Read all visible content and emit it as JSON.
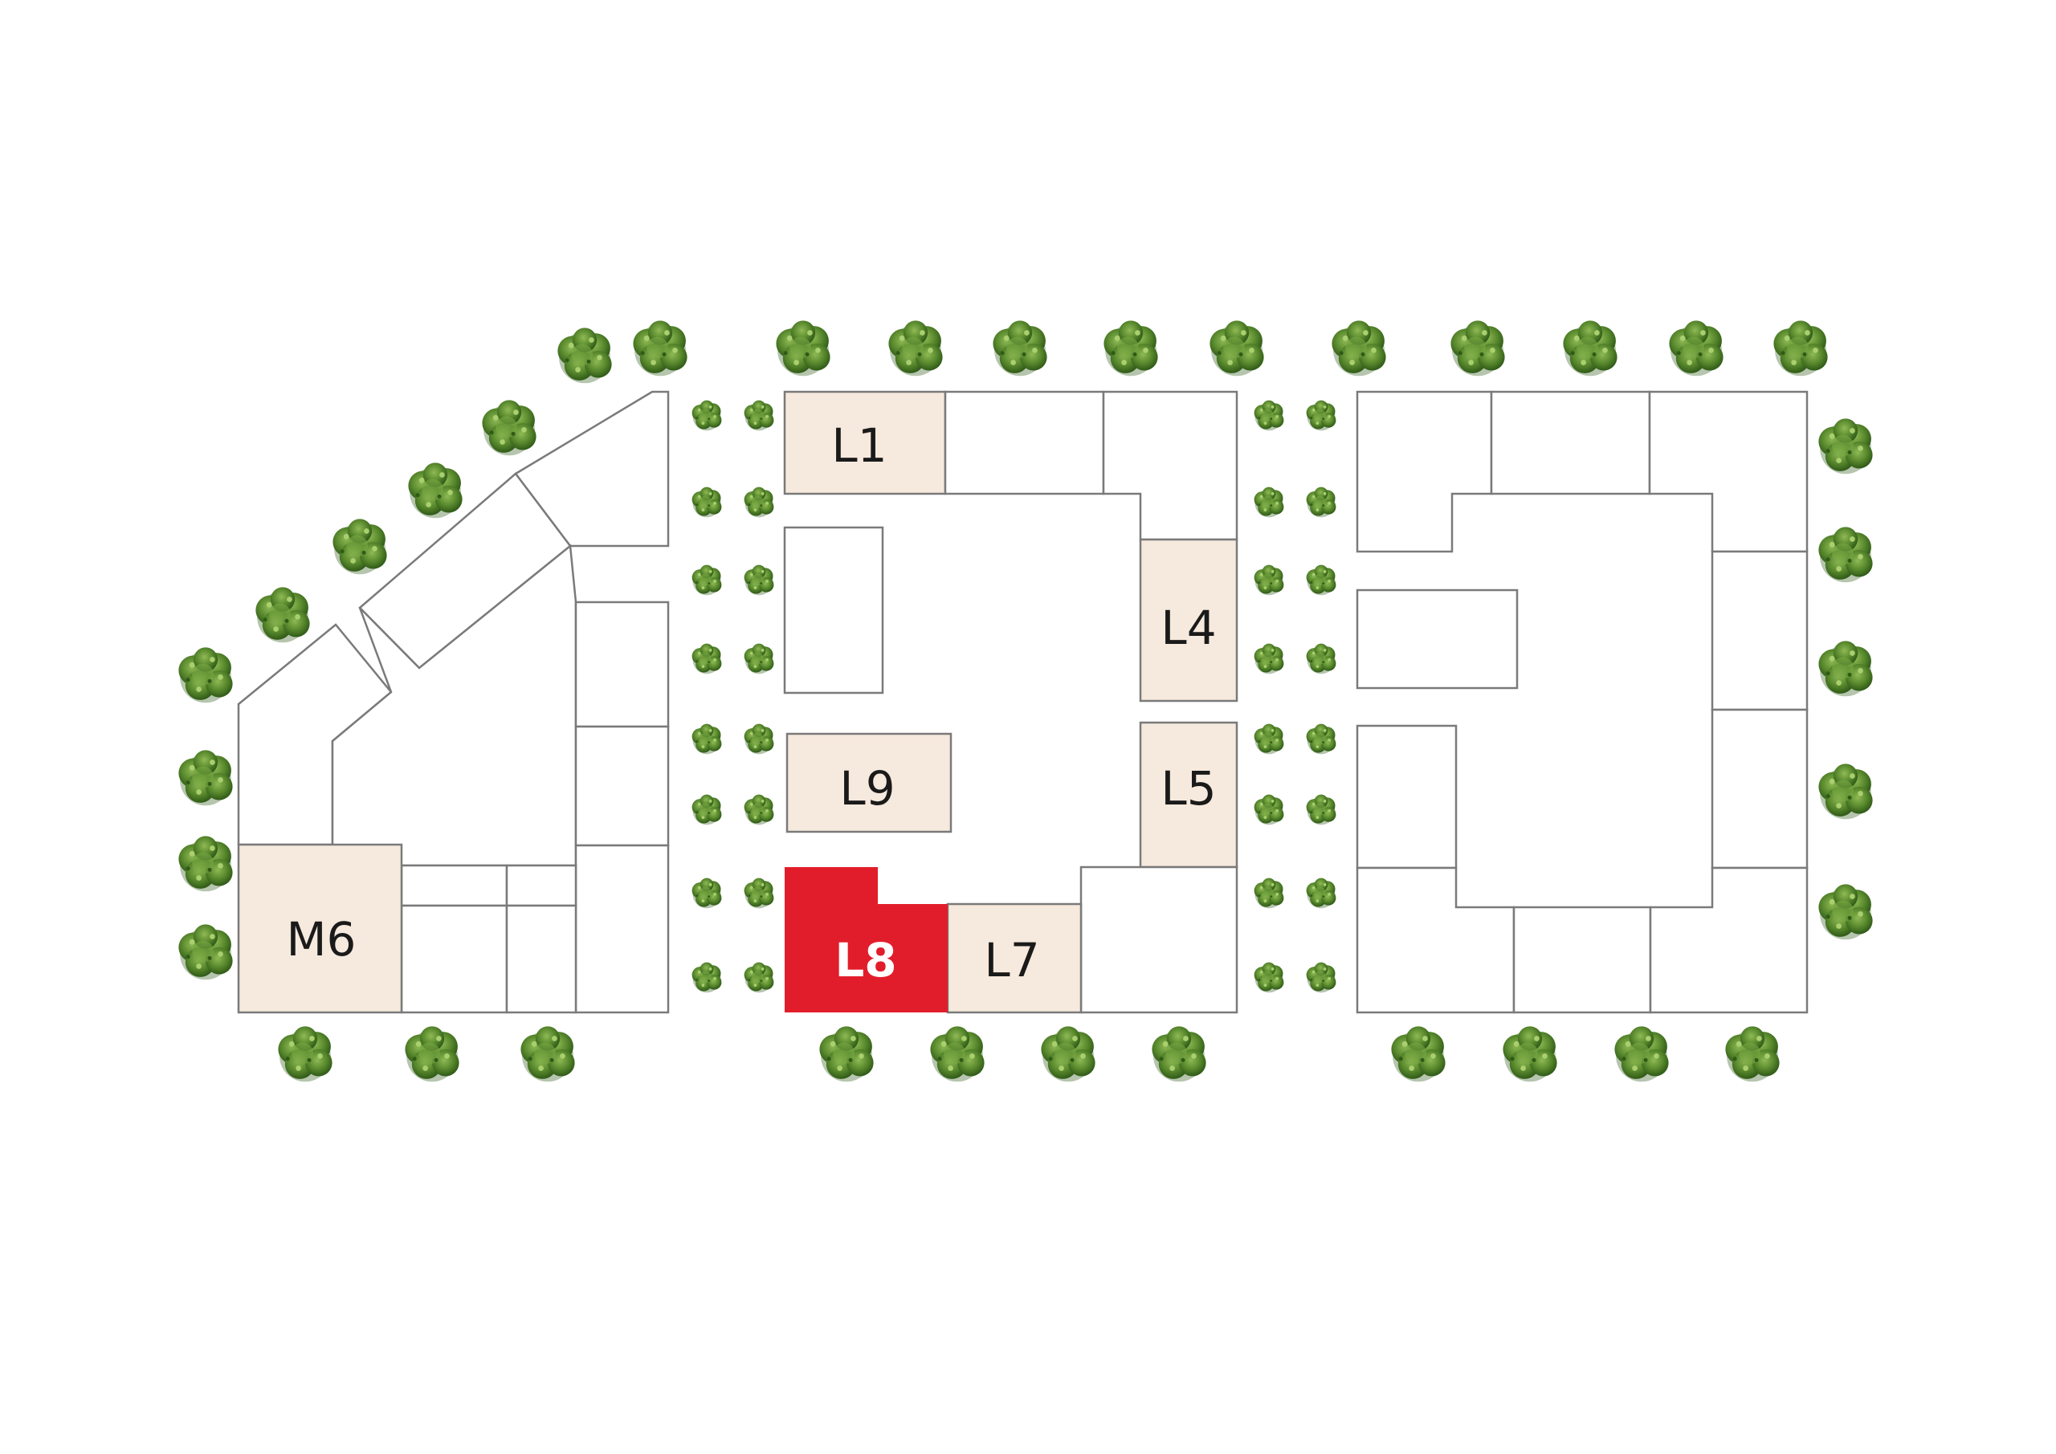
{
  "plan": {
    "colors": {
      "highlight": "#f6e9dd",
      "selected": "#e21d2b",
      "outline": "#7a7a7a",
      "tree": "#4f7f27"
    },
    "units": {
      "L1": "L1",
      "L4": "L4",
      "L5": "L5",
      "L7": "L7",
      "L8": "L8",
      "L9": "L9",
      "M6": "M6"
    },
    "selected_unit": "L8",
    "decoration": "tree-icon"
  }
}
